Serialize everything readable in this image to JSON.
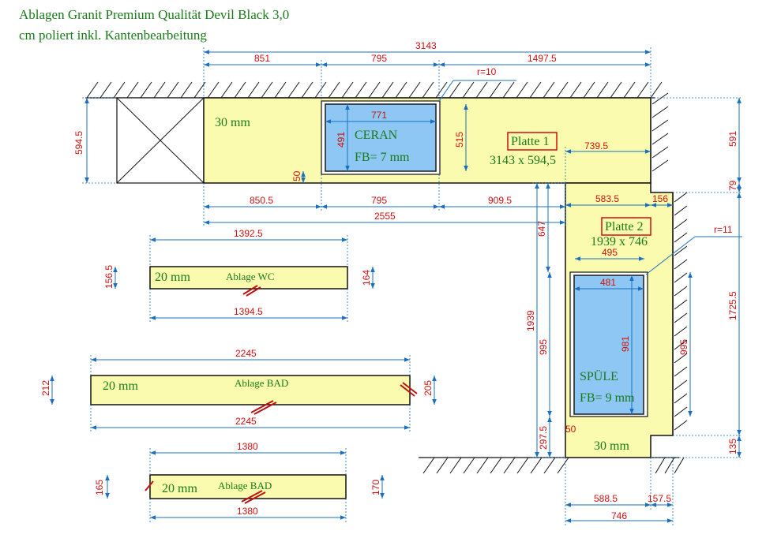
{
  "title": {
    "line1": "Ablagen Granit Premium Qualität Devil Black 3,0",
    "line2": "cm poliert inkl. Kantenbearbeitung"
  },
  "platte1": {
    "thickness": "30 mm",
    "cutout_name": "CERAN",
    "cutout_fb": "FB= 7 mm",
    "label": "Platte 1",
    "size": "3143 x 594,5",
    "dims": {
      "total_top": "3143",
      "d851": "851",
      "d795top": "795",
      "d1497": "1497.5",
      "r10": "r=10",
      "d771": "771",
      "d491": "491",
      "d515": "515",
      "d594": "594.5",
      "d50": "50",
      "d850": "850.5",
      "d795bot": "795",
      "d909": "909.5",
      "d2555": "2555",
      "d591": "591",
      "d79": "79"
    }
  },
  "platte2": {
    "thickness": "30 mm",
    "cutout_name": "SPÜLE",
    "cutout_fb": "FB= 9 mm",
    "label": "Platte 2",
    "size": "1939 x 746",
    "dims": {
      "d739": "739.5",
      "d583": "583.5",
      "d156": "156",
      "r11": "r=11",
      "d495": "495",
      "d481": "481",
      "d981": "981",
      "d995a": "995",
      "d995b": "995",
      "d1939": "1939",
      "d647": "647",
      "d1725": "1725.5",
      "d297": "297.5",
      "d50": "50",
      "d135": "135",
      "d588": "588.5",
      "d157": "157.5",
      "d746": "746"
    }
  },
  "ablage_wc": {
    "thickness": "20 mm",
    "name": "Ablage WC",
    "top": "1392.5",
    "bottom": "1394.5",
    "left": "156.5",
    "right": "164"
  },
  "ablage_bad1": {
    "thickness": "20 mm",
    "name": "Ablage BAD",
    "top": "2245",
    "bottom": "2245",
    "left": "212",
    "right": "205"
  },
  "ablage_bad2": {
    "thickness": "20 mm",
    "name": "Ablage BAD",
    "top": "1380",
    "bottom": "1380",
    "left": "165",
    "right": "170"
  }
}
